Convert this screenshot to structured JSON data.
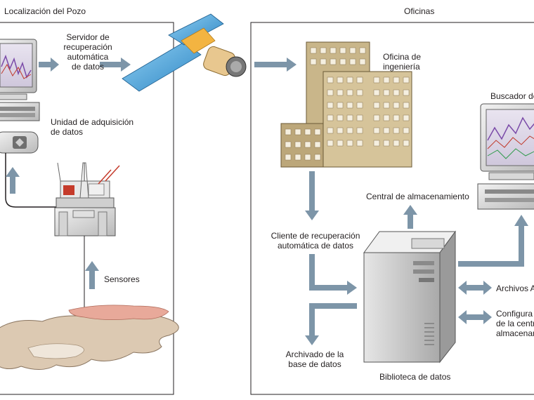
{
  "left_panel": {
    "title": "Localización del Pozo",
    "server_label": [
      "Servidor de",
      "recuperación",
      "automática",
      "de datos"
    ],
    "acquisition_label": [
      "Unidad de adquisición",
      "de datos"
    ],
    "sensors_label": "Sensores"
  },
  "right_panel": {
    "title": "Oficinas",
    "office_label": [
      "Oficina de",
      "ingeniería"
    ],
    "browser_label": "Buscador de",
    "storage_label": "Central de almacenamiento",
    "client_label": [
      "Cliente de recuperación",
      "automática de datos"
    ],
    "archive_label": [
      "Archivado de la",
      "base de datos"
    ],
    "library_label": "Biblioteca de datos",
    "files_label": "Archivos A",
    "config_label": [
      "Configura",
      "de la centr",
      "almacenam"
    ]
  },
  "colors": {
    "arrow": "#7d95a8",
    "building": "#c9b68a",
    "satellite_panel": "#4aa3d9",
    "terrain": "#dcc9b2",
    "reservoir": "#e8a99a"
  }
}
